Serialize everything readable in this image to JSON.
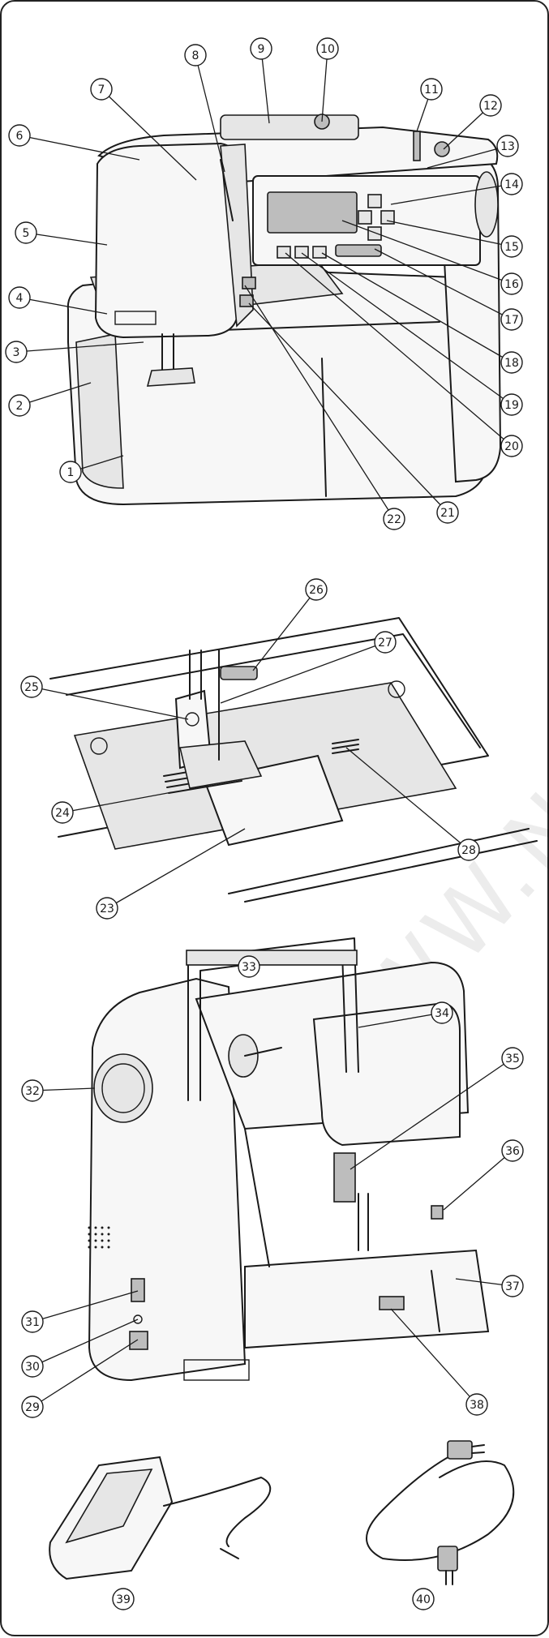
{
  "watermark_text": "WWW.NIVISKA...",
  "figures": {
    "machine_front": {
      "callouts": [
        "1",
        "2",
        "3",
        "4",
        "5",
        "6",
        "7",
        "8",
        "9",
        "10",
        "11",
        "12",
        "13",
        "14",
        "15",
        "16",
        "17",
        "18",
        "19",
        "20",
        "21",
        "22"
      ]
    },
    "needle_plate_area": {
      "callouts": [
        "23",
        "24",
        "25",
        "26",
        "27",
        "28"
      ]
    },
    "machine_back": {
      "callouts": [
        "29",
        "30",
        "31",
        "32",
        "33",
        "34",
        "35",
        "36",
        "37",
        "38"
      ]
    },
    "accessories": {
      "callouts": [
        "39",
        "40"
      ]
    }
  },
  "icons": [
    "sewing-machine-front-view",
    "presser-foot-needle-plate",
    "sewing-machine-rear-view",
    "foot-control-pedal",
    "power-cord"
  ]
}
